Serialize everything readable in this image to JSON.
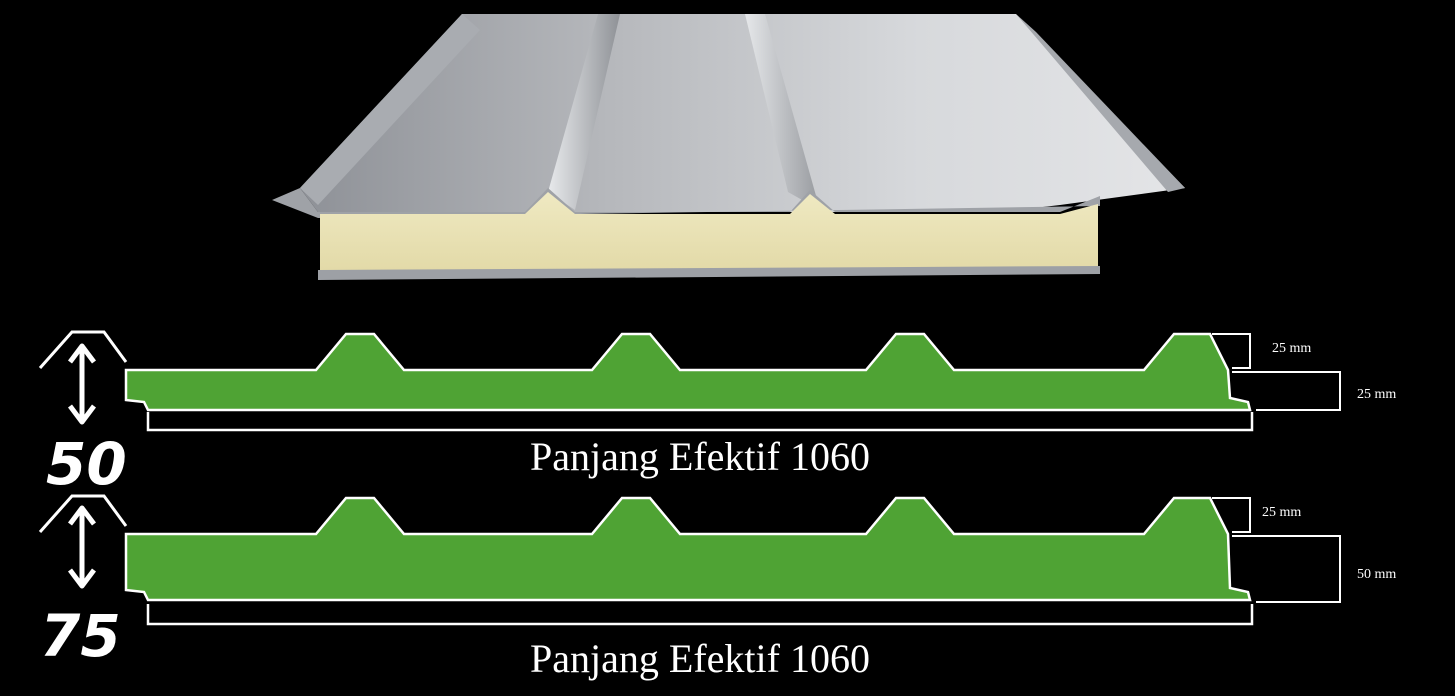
{
  "colors": {
    "background": "#000000",
    "foam_core": "#e9e2b0",
    "steel_light": "#d8dade",
    "steel_dark": "#8d9096",
    "profile_fill": "#4fa334",
    "outline": "#ffffff"
  },
  "product_image": {
    "label": "sandwich-roof-panel"
  },
  "profiles": [
    {
      "thickness_label": "50",
      "rib_height_label": "25 mm",
      "core_thickness_label": "25 mm",
      "caption": "Panjang Efektif 1060"
    },
    {
      "thickness_label": "75",
      "rib_height_label": "25 mm",
      "core_thickness_label": "50 mm",
      "caption": "Panjang Efektif 1060"
    }
  ]
}
